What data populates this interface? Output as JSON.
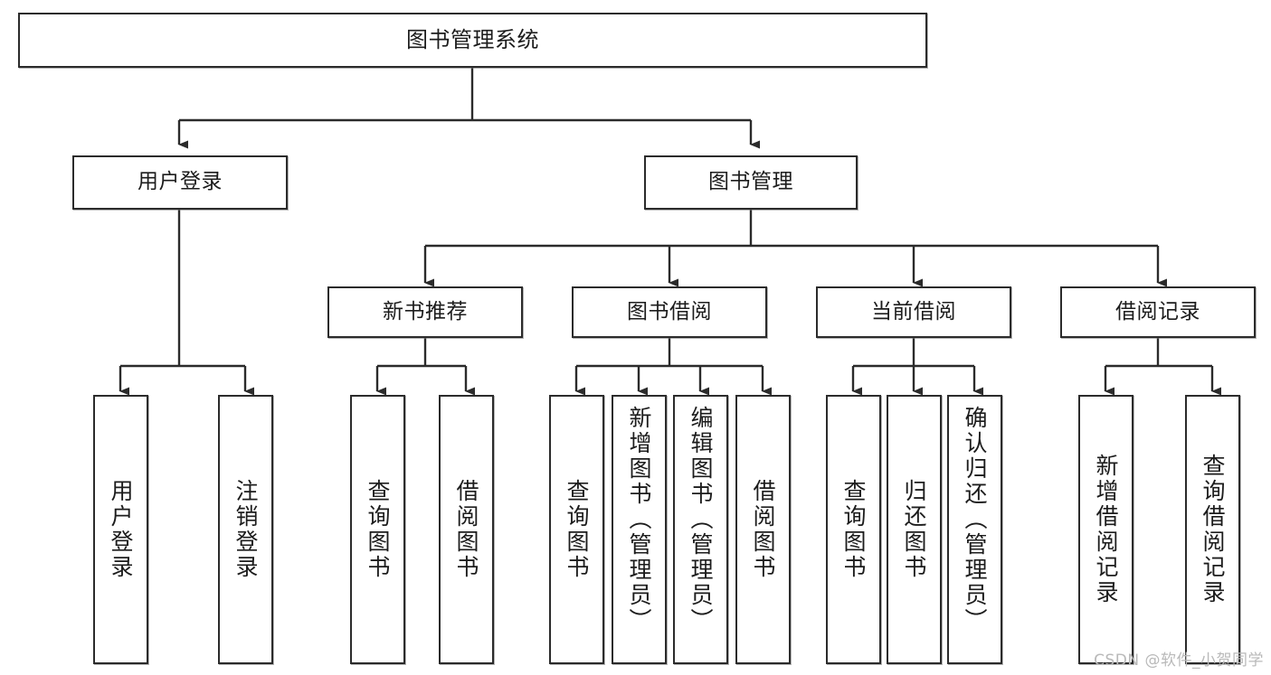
{
  "diagram": {
    "title": "图书管理系统",
    "type": "tree-hierarchy-chart",
    "background_color": "#ffffff",
    "border_color": "#2b2b2b",
    "text_color": "#1c1c1c",
    "nodes": {
      "root": "图书管理系统",
      "user_login": "用户登录",
      "book_manage": "图书管理",
      "new_book_rec": "新书推荐",
      "book_borrow": "图书借阅",
      "current_borrow": "当前借阅",
      "borrow_record": "借阅记录",
      "leaf_user_login": "用户登录",
      "leaf_logout_login": "注销登录",
      "leaf_query_book_1": "查询图书",
      "leaf_borrow_book_1": "借阅图书",
      "leaf_query_book_2": "查询图书",
      "leaf_add_book_admin": "新增图书（管理员）",
      "leaf_edit_book_admin": "编辑图书（管理员）",
      "leaf_borrow_book_2": "借阅图书",
      "leaf_query_book_3": "查询图书",
      "leaf_return_book": "归还图书",
      "leaf_confirm_return_admin": "确认归还（管理员）",
      "leaf_add_borrow_record": "新增借阅记录",
      "leaf_query_borrow_record": "查询借阅记录"
    }
  },
  "watermark": {
    "text": "CSDN @软件_小贺同学"
  }
}
